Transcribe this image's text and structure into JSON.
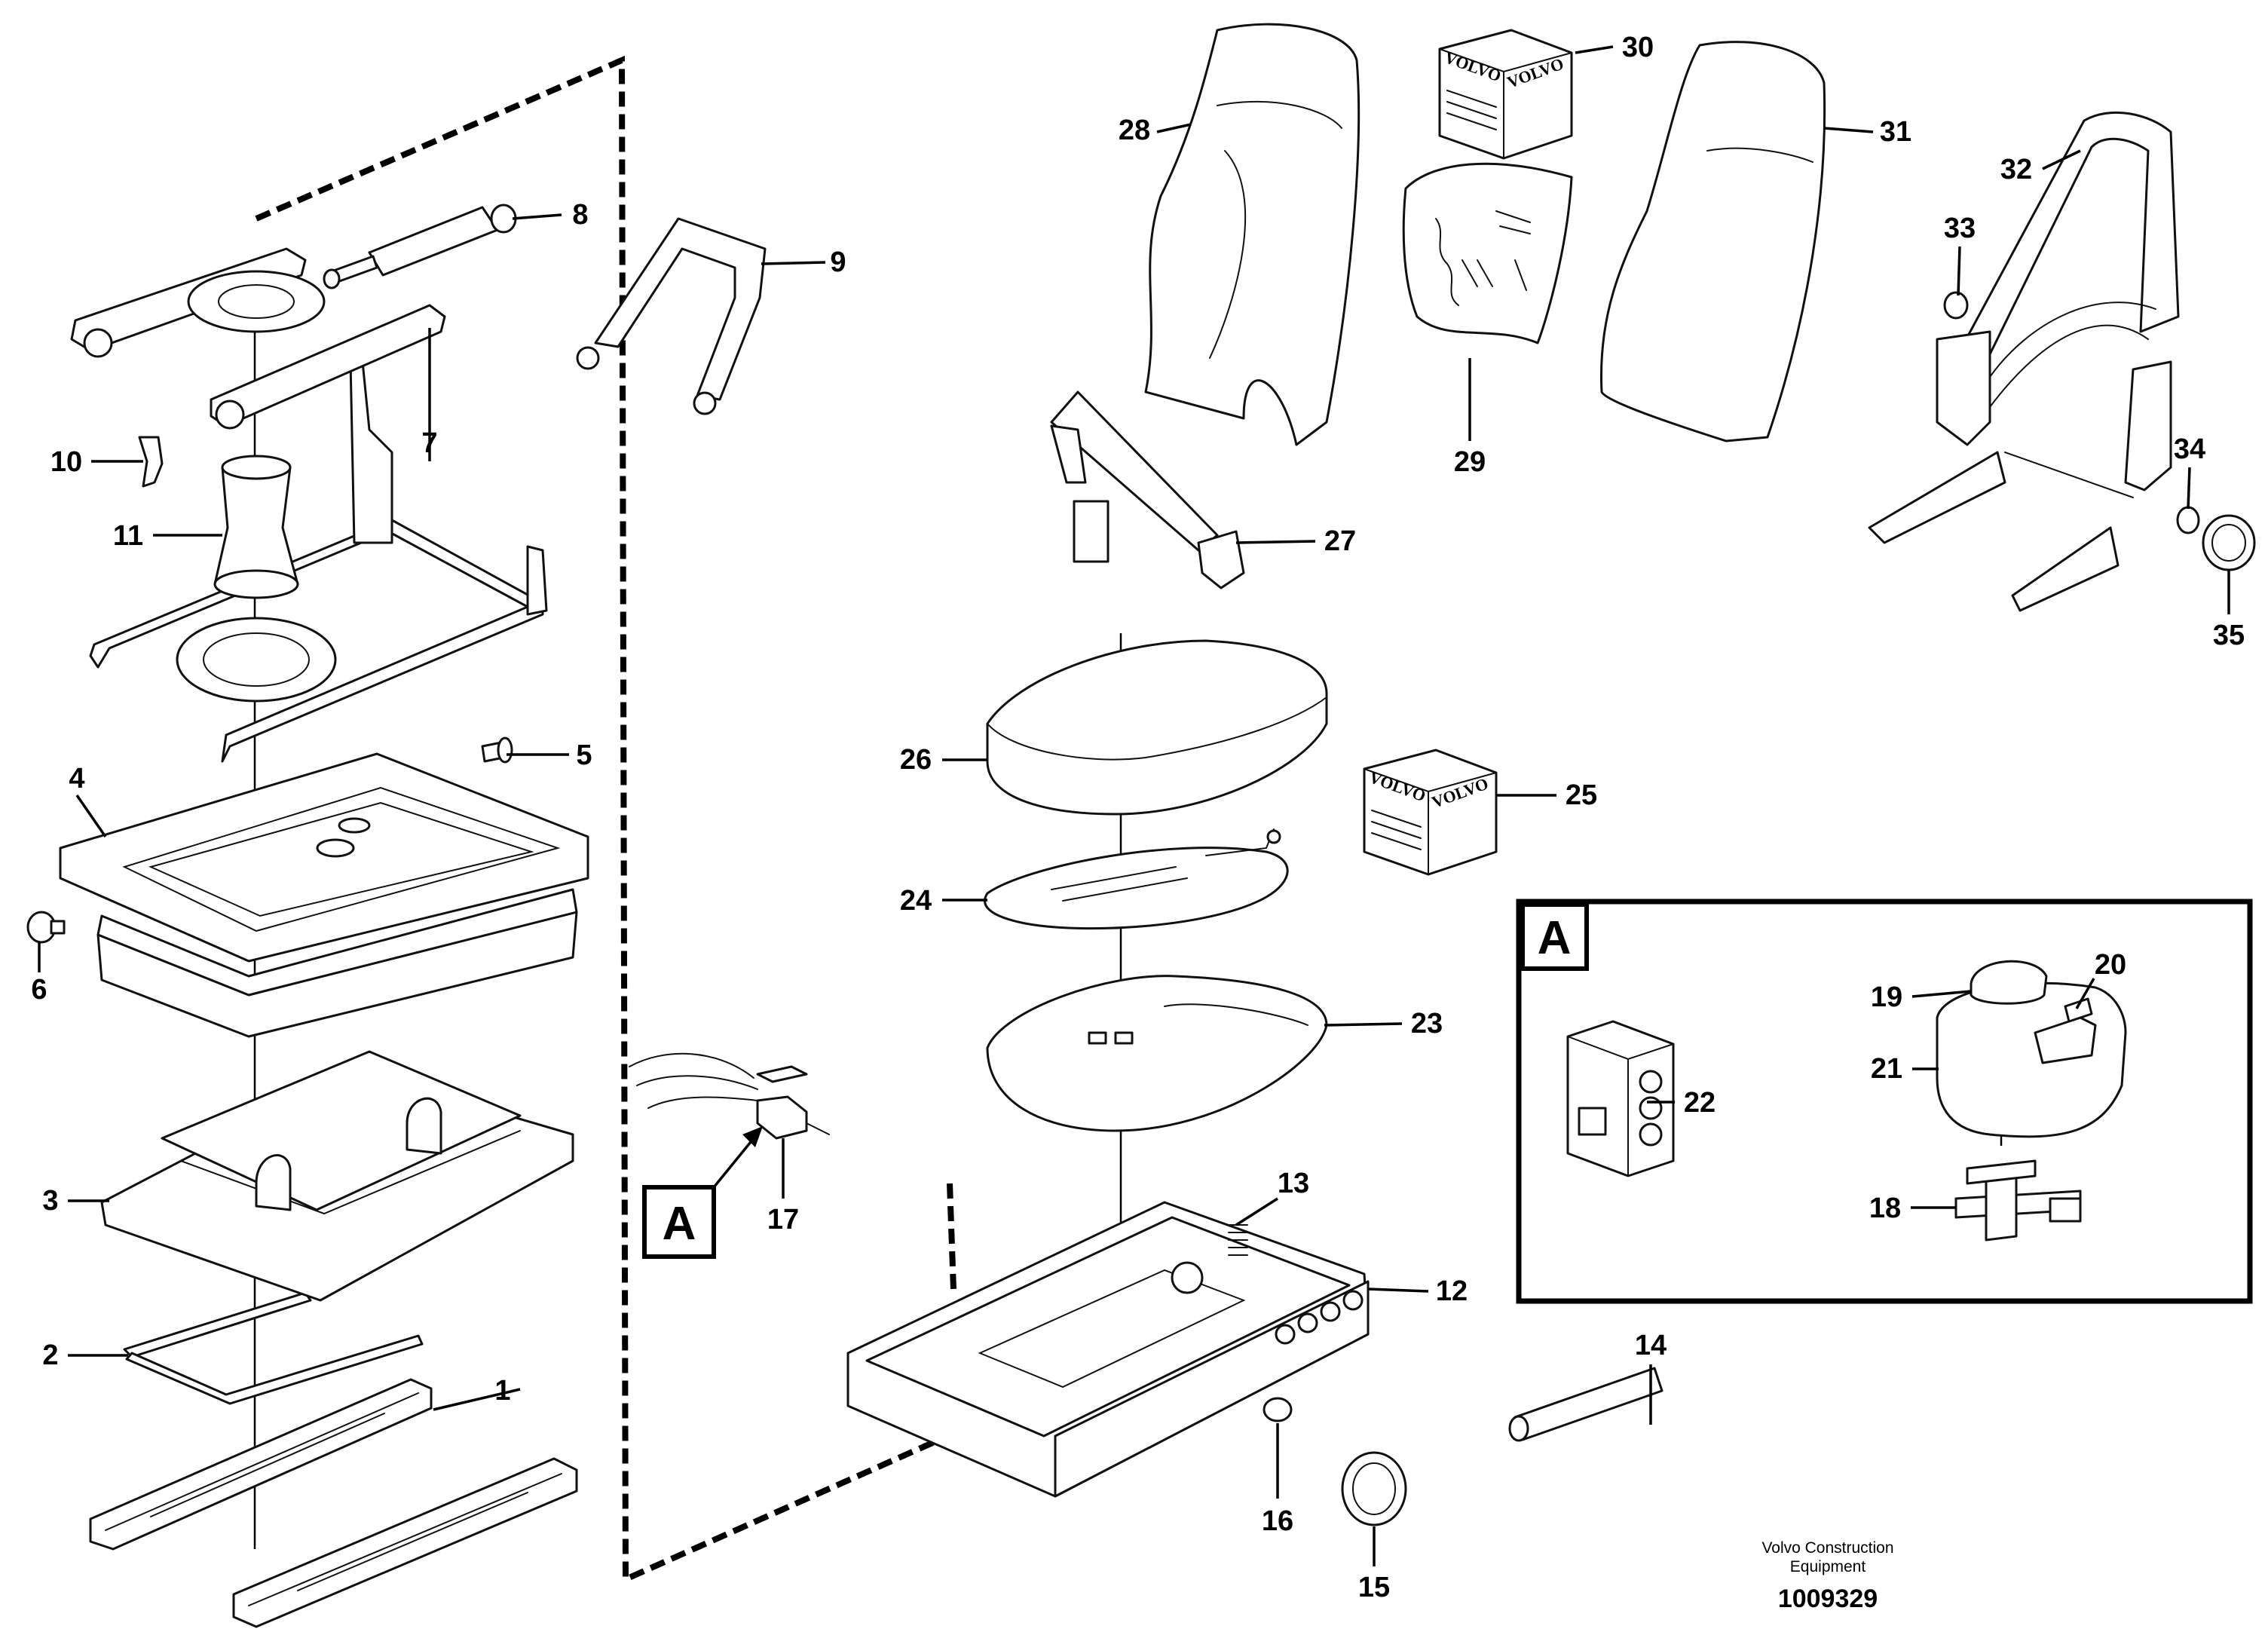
{
  "diagram": {
    "callouts": {
      "p1": "1",
      "p2": "2",
      "p3": "3",
      "p4": "4",
      "p5": "5",
      "p6": "6",
      "p7": "7",
      "p8": "8",
      "p9": "9",
      "p10": "10",
      "p11": "11",
      "p12": "12",
      "p13": "13",
      "p14": "14",
      "p15": "15",
      "p16": "16",
      "p17": "17",
      "p18": "18",
      "p19": "19",
      "p20": "20",
      "p21": "21",
      "p22": "22",
      "p23": "23",
      "p24": "24",
      "p25": "25",
      "p26": "26",
      "p27": "27",
      "p28": "28",
      "p29": "29",
      "p30": "30",
      "p31": "31",
      "p32": "32",
      "p33": "33",
      "p34": "34",
      "p35": "35"
    },
    "detail_view_label": "A",
    "detail_reference_label": "A",
    "box_brand": "VOLVO",
    "footer": {
      "line1": "Volvo Construction",
      "line2": "Equipment",
      "drawing_number": "1009329"
    }
  }
}
